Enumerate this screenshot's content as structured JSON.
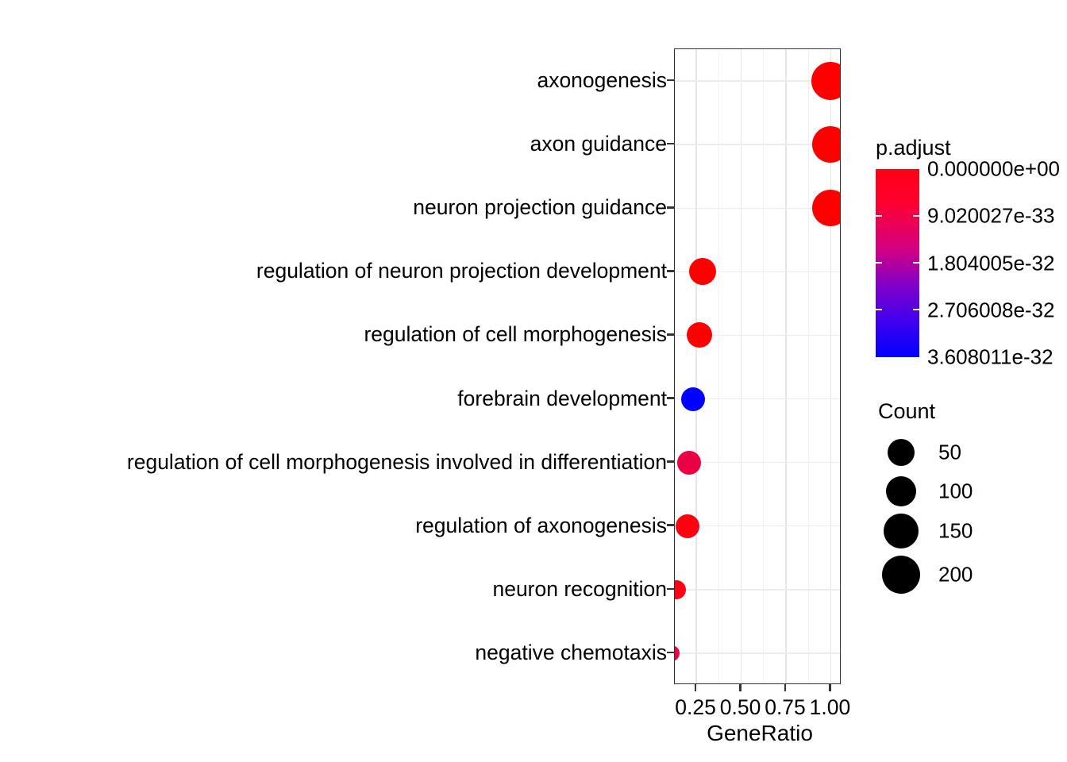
{
  "chart_data": {
    "type": "scatter",
    "title": "",
    "xlabel": "GeneRatio",
    "ylabel": "",
    "xlim": [
      0.13,
      1.06
    ],
    "xticks": [
      0.25,
      0.5,
      0.75,
      1.0
    ],
    "xtick_labels": [
      "0.25",
      "0.50",
      "0.75",
      "1.00"
    ],
    "grid": true,
    "legend_position": "right",
    "categories": [
      "axonogenesis",
      "axon guidance",
      "neuron projection guidance",
      "regulation of neuron projection development",
      "regulation of cell morphogenesis",
      "forebrain development",
      "regulation of cell morphogenesis involved in differentiation",
      "regulation of axonogenesis",
      "neuron recognition",
      "negative chemotaxis"
    ],
    "points": [
      {
        "label": "axonogenesis",
        "GeneRatio": 1.0,
        "Count": 200,
        "p.adjust": 0.0,
        "color": "#ff0000",
        "radius": 24
      },
      {
        "label": "axon guidance",
        "GeneRatio": 1.0,
        "Count": 196,
        "p.adjust": 0.0,
        "color": "#ff0000",
        "radius": 23
      },
      {
        "label": "neuron projection guidance",
        "GeneRatio": 1.0,
        "Count": 196,
        "p.adjust": 0.0,
        "color": "#ff0000",
        "radius": 23
      },
      {
        "label": "regulation of neuron projection development",
        "GeneRatio": 0.285,
        "Count": 112,
        "p.adjust": 1e-34,
        "color": "#ff0000",
        "radius": 17
      },
      {
        "label": "regulation of cell morphogenesis",
        "GeneRatio": 0.268,
        "Count": 100,
        "p.adjust": 1e-34,
        "color": "#ff0000",
        "radius": 16
      },
      {
        "label": "forebrain development",
        "GeneRatio": 0.232,
        "Count": 92,
        "p.adjust": 3.608011e-32,
        "color": "#0000ff",
        "radius": 15
      },
      {
        "label": "regulation of cell morphogenesis involved in differentiation",
        "GeneRatio": 0.208,
        "Count": 88,
        "p.adjust": 6e-33,
        "color": "#eb0046",
        "radius": 15
      },
      {
        "label": "regulation of axonogenesis",
        "GeneRatio": 0.199,
        "Count": 88,
        "p.adjust": 5e-34,
        "color": "#ff0010",
        "radius": 15
      },
      {
        "label": "neuron recognition",
        "GeneRatio": 0.14,
        "Count": 70,
        "p.adjust": 1e-33,
        "color": "#ff0014",
        "radius": 12
      },
      {
        "label": "negative chemotaxis",
        "GeneRatio": 0.112,
        "Count": 56,
        "p.adjust": 4.5e-33,
        "color": "#ef0040",
        "radius": 10
      }
    ],
    "color_legend": {
      "title": "p.adjust",
      "ticks": [
        "0.000000e+00",
        "9.020027e-33",
        "1.804005e-32",
        "2.706008e-32",
        "3.608011e-32"
      ],
      "tick_values": [
        0.0,
        9.020027e-33,
        1.804005e-32,
        2.706008e-32,
        3.608011e-32
      ],
      "high_color": "#ff0000",
      "low_color": "#0000ff"
    },
    "size_legend": {
      "title": "Count",
      "breaks": [
        "50",
        "100",
        "150",
        "200"
      ],
      "break_values": [
        50,
        100,
        150,
        200
      ],
      "dot_color": "#000000"
    }
  },
  "axes": {
    "x_title": "GeneRatio",
    "x_tick_labels": [
      "0.25",
      "0.50",
      "0.75",
      "1.00"
    ]
  },
  "legends": {
    "padjust_title": "p.adjust",
    "padjust_labels": [
      "0.000000e+00",
      "9.020027e-33",
      "1.804005e-32",
      "2.706008e-32",
      "3.608011e-32"
    ],
    "count_title": "Count",
    "count_labels": [
      "50",
      "100",
      "150",
      "200"
    ]
  }
}
